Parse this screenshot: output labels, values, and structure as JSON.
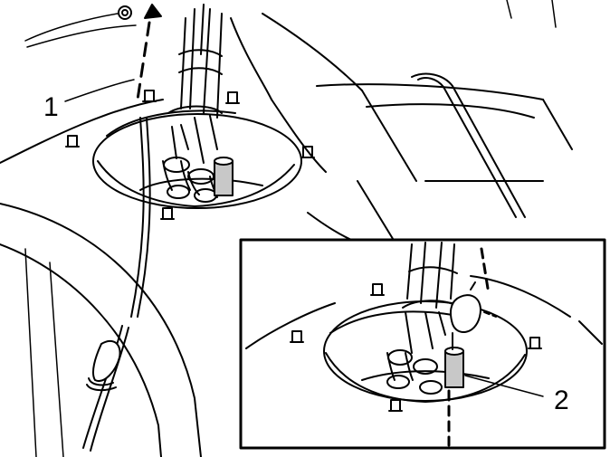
{
  "callouts": [
    {
      "id": "1",
      "text": "1"
    },
    {
      "id": "2",
      "text": "2"
    }
  ],
  "colors": {
    "line": "#000000",
    "background": "#ffffff",
    "highlight": "#c8c8c8"
  }
}
